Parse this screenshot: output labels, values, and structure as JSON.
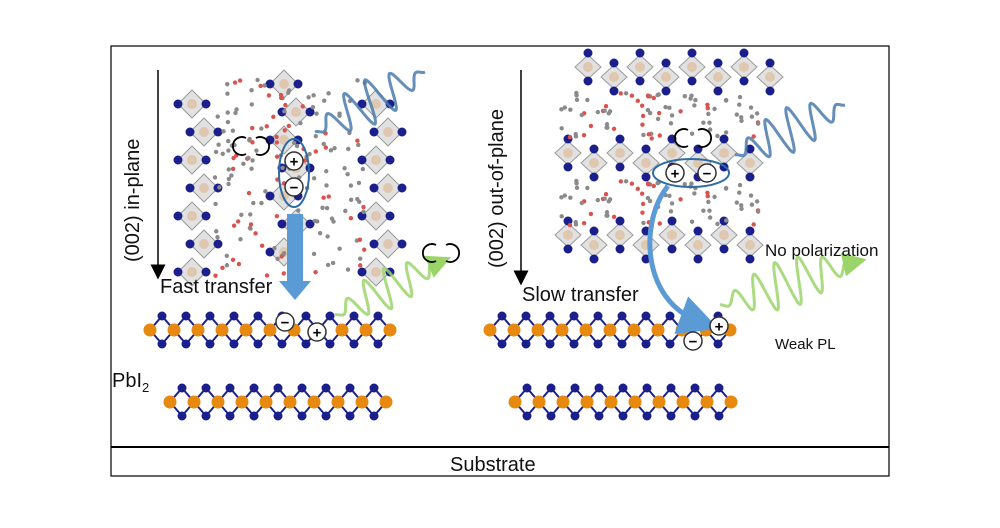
{
  "labels": {
    "left_axis": "(002) in-plane",
    "right_axis": "(002) out-of-plane",
    "fast_transfer": "Fast transfer",
    "slow_transfer": "Slow transfer",
    "pbi2_base": "PbI",
    "pbi2_sub": "2",
    "no_polarization": "No polarization",
    "weak_pl": "Weak PL",
    "substrate": "Substrate",
    "plus": "+",
    "minus": "−"
  },
  "colors": {
    "iodine": "#1a1f8c",
    "lead": "#e8890f",
    "octahedron": "#c8c8c8",
    "arrow_blue": "#5b9bd5",
    "wave_blue": "#4a7bab",
    "wave_green": "#9bd56a",
    "frame": "#000000"
  }
}
